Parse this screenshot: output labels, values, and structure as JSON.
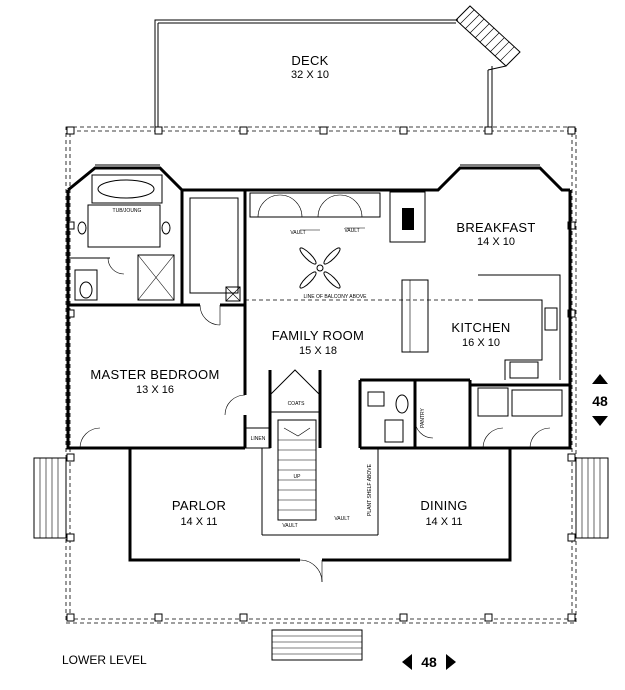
{
  "rooms": {
    "deck": {
      "name": "DECK",
      "dim": "32 X 10"
    },
    "breakfast": {
      "name": "BREAKFAST",
      "dim": "14 X 10"
    },
    "kitchen": {
      "name": "KITCHEN",
      "dim": "16 X 10"
    },
    "family_room": {
      "name": "FAMILY ROOM",
      "dim": "15 X 18"
    },
    "master_bedroom": {
      "name": "MASTER BEDROOM",
      "dim": "13 X 16"
    },
    "parlor": {
      "name": "PARLOR",
      "dim": "14 X 11"
    },
    "dining": {
      "name": "DINING",
      "dim": "14 X 11"
    }
  },
  "small_labels": {
    "tub": "TUB/JOUNG",
    "vault_family_left": "VAULT",
    "vault_family_right": "VAULT",
    "balcony_line": "LINE OF BALCONY ABOVE",
    "coats": "COATS",
    "linen": "LINEN",
    "pantry": "PANTRY",
    "up": "UP",
    "vault_foyer_left": "VAULT",
    "vault_foyer_right": "VAULT",
    "plant_shelf": "PLANT SHELF ABOVE"
  },
  "level_label": "LOWER LEVEL",
  "dimensions": {
    "depth": "48",
    "width": "48"
  }
}
